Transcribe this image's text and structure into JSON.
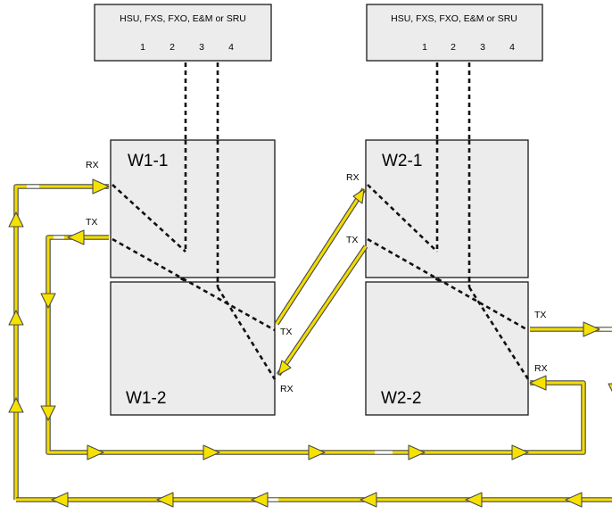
{
  "devices": [
    {
      "header": "HSU, FXS, FXO, E&M or SRU",
      "ports": [
        "1",
        "2",
        "3",
        "4"
      ]
    },
    {
      "header": "HSU, FXS, FXO, E&M or SRU",
      "ports": [
        "1",
        "2",
        "3",
        "4"
      ]
    }
  ],
  "blocks": {
    "w11": "W1-1",
    "w12": "W1-2",
    "w21": "W2-1",
    "w22": "W2-2"
  },
  "labels": {
    "rx": "RX",
    "tx": "TX"
  },
  "colors": {
    "box_fill": "#ececec",
    "pipe_fill": "#f2dc00",
    "pipe_edge": "#4a4a4a",
    "dashed_line": "#111111"
  }
}
